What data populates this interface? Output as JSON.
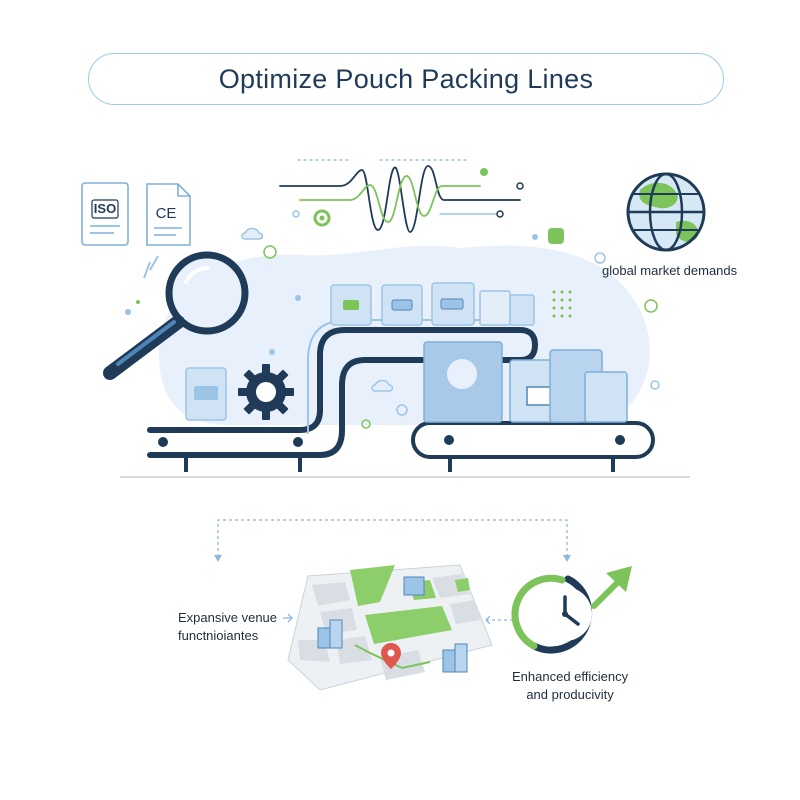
{
  "title": "Optimize Pouch Packing Lines",
  "badges": {
    "iso": "ISO",
    "ce": "CE"
  },
  "labels": {
    "global_market": "global market demands",
    "venue_line1": "Expansive venue",
    "venue_line2": "functnioiantes",
    "efficiency_line1": "Enhanced efficiency",
    "efficiency_line2": "and producivity"
  },
  "icons": [
    "iso-certificate-icon",
    "ce-certificate-icon",
    "magnifier-icon",
    "gear-icon",
    "waveform-icon",
    "globe-icon",
    "city-map-icon",
    "location-pin-icon",
    "clock-icon",
    "growth-arrow-icon"
  ],
  "colors": {
    "navy": "#1f3b57",
    "blue_light": "#cfe3f5",
    "blue_mid": "#9cc4e6",
    "green": "#7cc35a",
    "blob": "#e8f1fb"
  }
}
